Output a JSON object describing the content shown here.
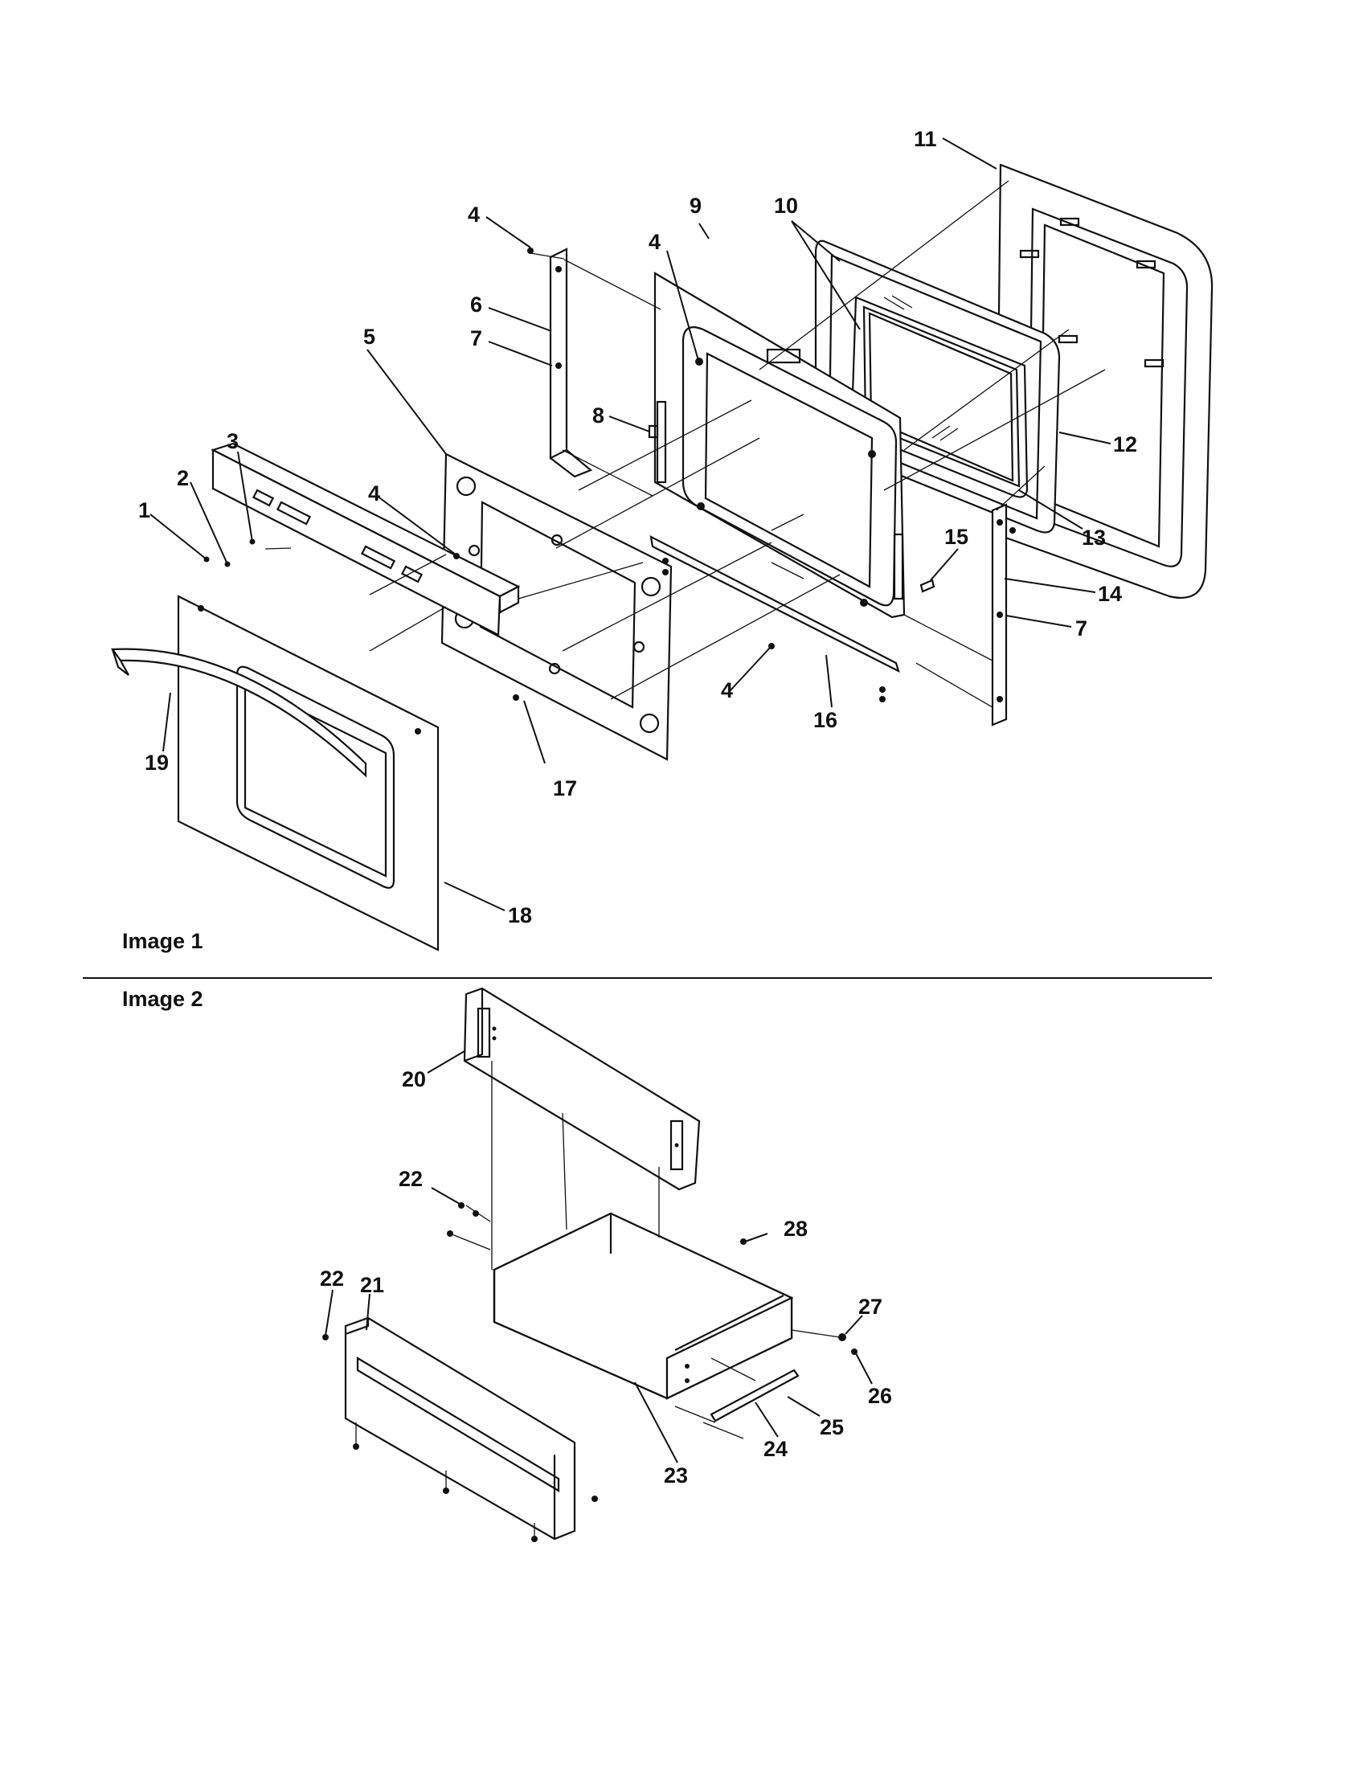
{
  "figure": {
    "image1_caption": "Image 1",
    "image2_caption": "Image 2"
  },
  "callouts": {
    "c1": "1",
    "c2": "2",
    "c3": "3",
    "c4a": "4",
    "c4b": "4",
    "c4c": "4",
    "c4d": "4",
    "c5": "5",
    "c6": "6",
    "c7a": "7",
    "c7b": "7",
    "c8": "8",
    "c9": "9",
    "c10": "10",
    "c11": "11",
    "c12": "12",
    "c13": "13",
    "c14": "14",
    "c15": "15",
    "c16": "16",
    "c17": "17",
    "c18": "18",
    "c19": "19",
    "c20": "20",
    "c21": "21",
    "c22a": "22",
    "c22b": "22",
    "c23": "23",
    "c24": "24",
    "c25": "25",
    "c26": "26",
    "c27": "27",
    "c28": "28"
  }
}
